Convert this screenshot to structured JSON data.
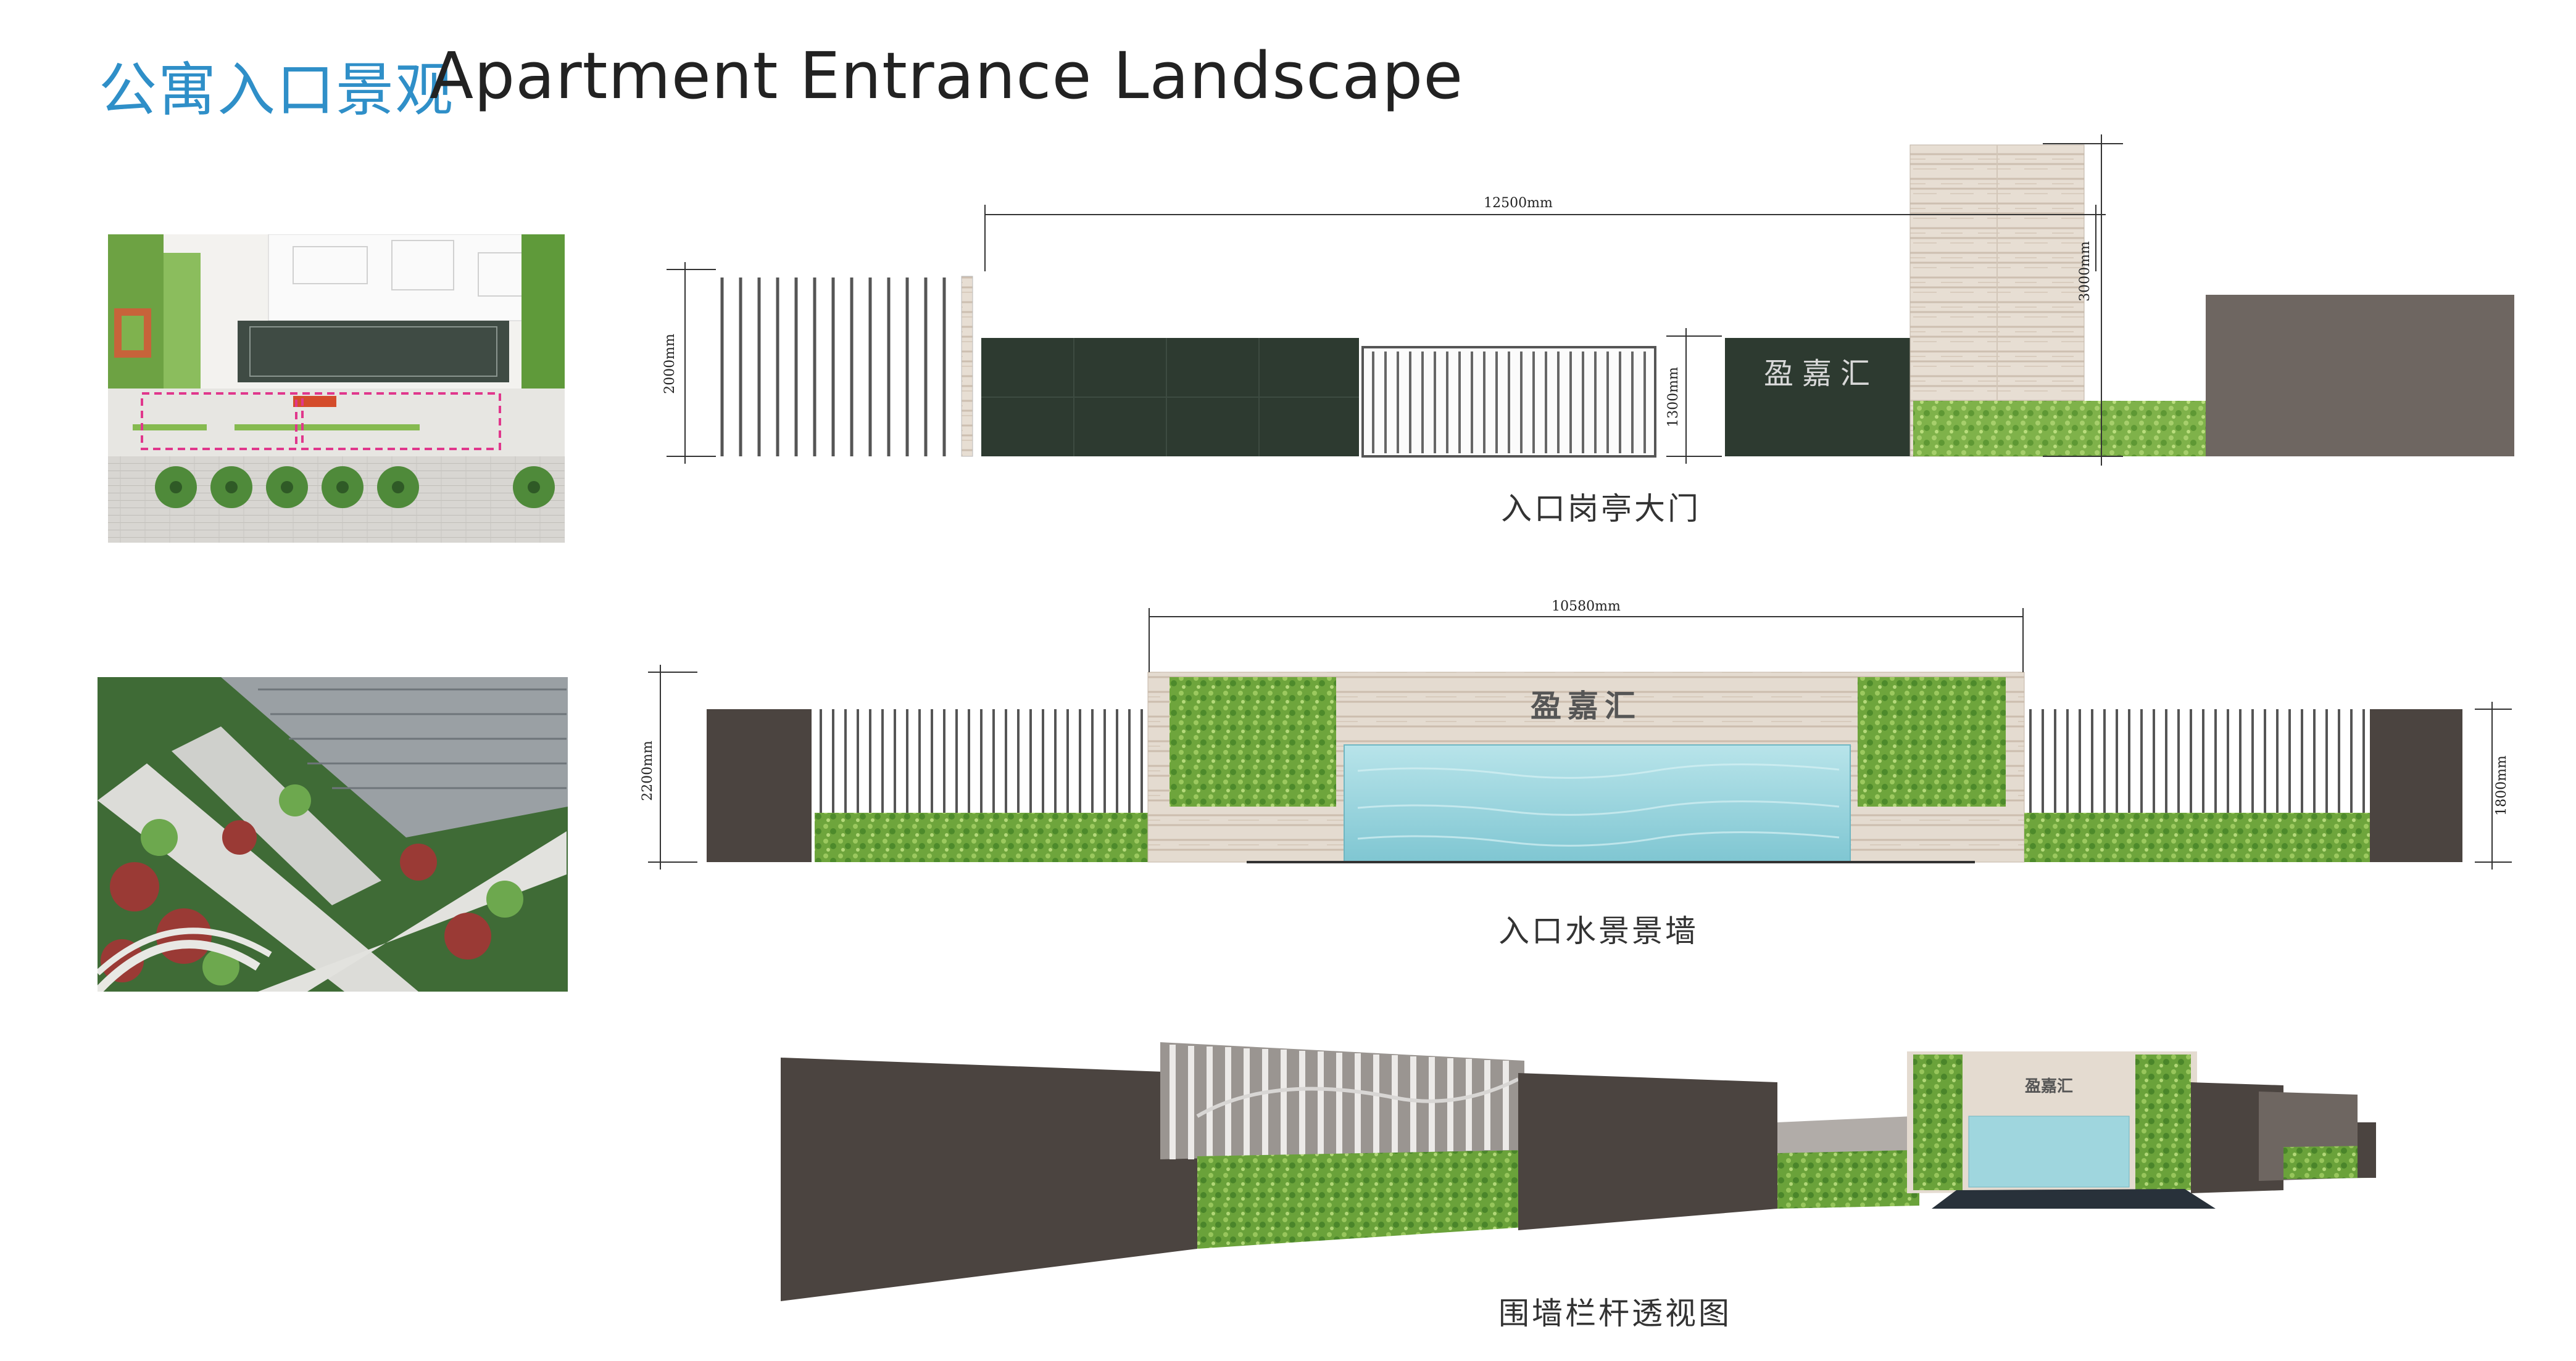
{
  "header": {
    "title_cn": "公寓入口景观",
    "title_en": "Apartment Entrance Landscape"
  },
  "elevation_gate": {
    "caption": "入口岗亭大门",
    "dim_width": "12500mm",
    "dim_left_height": "2000mm",
    "dim_mid_height": "1300mm",
    "dim_right_height": "3000mm",
    "sign": "盈嘉汇"
  },
  "elevation_water": {
    "caption": "入口水景景墙",
    "dim_width": "10580mm",
    "dim_left_height": "2200mm",
    "dim_right_height": "1800mm",
    "sign": "盈嘉汇"
  },
  "perspective": {
    "caption": "围墙栏杆透视图",
    "sign": "盈嘉汇"
  },
  "colors": {
    "title_blue": "#2f8fc8",
    "dark_green_panel": "#2d3a30",
    "wall_gray": "#4b4440",
    "hedge_green": "#7db04a",
    "stone": "#e6ddd2",
    "water": "#9fd6de"
  }
}
